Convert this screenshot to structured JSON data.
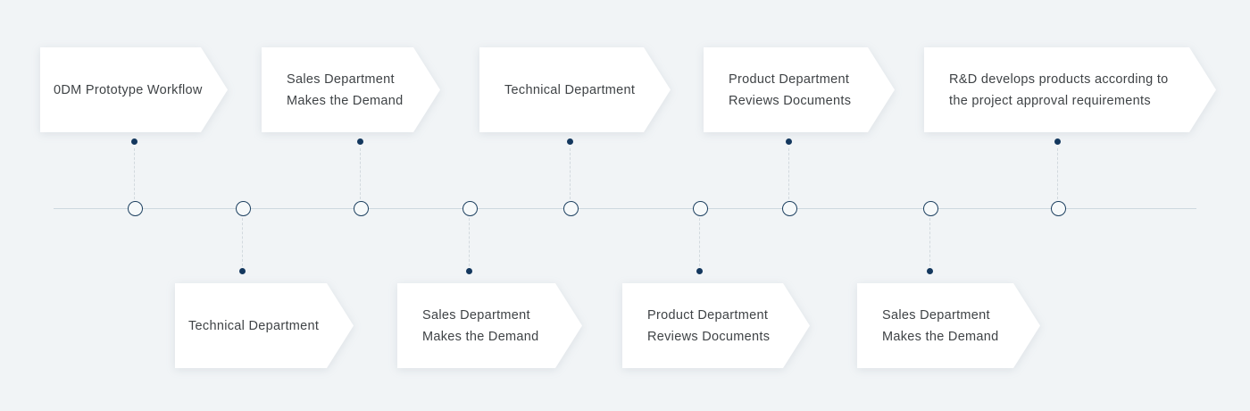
{
  "palette": {
    "background": "#f1f4f6",
    "box_fill": "#ffffff",
    "text_color": "#3f4346",
    "accent_navy": "#14385e",
    "axis_line": "#cdd8df",
    "dashed_line": "#d2d9de"
  },
  "steps": {
    "top": [
      {
        "lines": [
          "0DM Prototype Workflow"
        ]
      },
      {
        "lines": [
          "Sales Department",
          "Makes the Demand"
        ]
      },
      {
        "lines": [
          "Technical Department"
        ]
      },
      {
        "lines": [
          "Product Department",
          "Reviews Documents"
        ]
      },
      {
        "lines": [
          "R&D develops products according to",
          "the project approval requirements"
        ]
      }
    ],
    "bottom": [
      {
        "lines": [
          "Technical Department"
        ]
      },
      {
        "lines": [
          "Sales Department",
          "Makes the Demand"
        ]
      },
      {
        "lines": [
          "Product Department",
          "Reviews Documents"
        ]
      },
      {
        "lines": [
          "Sales Department",
          "Makes the Demand"
        ]
      }
    ]
  }
}
